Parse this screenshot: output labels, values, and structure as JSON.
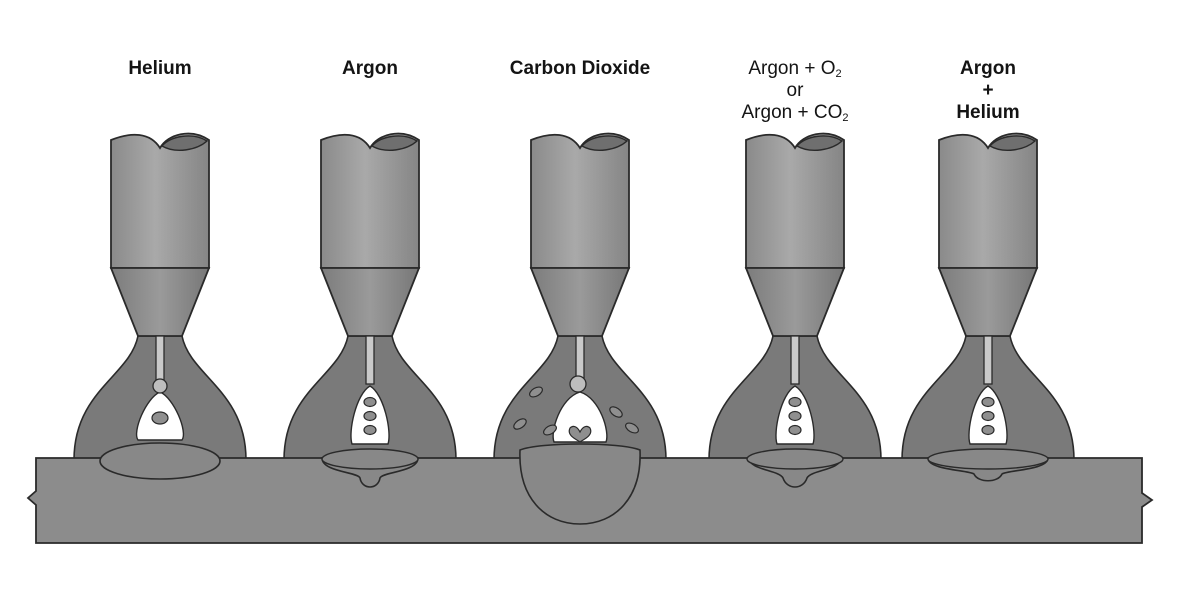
{
  "figure": {
    "torches": [
      {
        "id": "helium",
        "label_lines": [
          "Helium"
        ],
        "bold": true,
        "arc": "helium",
        "penetration": "wide-shallow"
      },
      {
        "id": "argon",
        "label_lines": [
          "Argon"
        ],
        "bold": true,
        "arc": "spray",
        "penetration": "finger"
      },
      {
        "id": "carbon-dioxide",
        "label_lines": [
          "Carbon Dioxide"
        ],
        "bold": true,
        "arc": "globular",
        "penetration": "deep-bowl"
      },
      {
        "id": "argon-o2-co2",
        "label_lines": [
          "Argon + O",
          "or",
          "Argon + CO"
        ],
        "subscripts": [
          "2",
          "",
          "2"
        ],
        "bold": false,
        "arc": "spray",
        "penetration": "finger-shallow"
      },
      {
        "id": "argon-helium",
        "label_lines": [
          "Argon",
          "+",
          "Helium"
        ],
        "bold": true,
        "arc": "spray",
        "penetration": "broad-finger"
      }
    ]
  },
  "colors": {
    "metal": "#8c8c8c",
    "outline": "#2a2a2a",
    "shield_gas": "#7a7a7a",
    "nozzle_light": "#a8a8a8",
    "nozzle_dark": "#6f6f6f",
    "arc": "#ffffff",
    "droplet": "#8f8f8f",
    "weld_pool": "#888888"
  }
}
